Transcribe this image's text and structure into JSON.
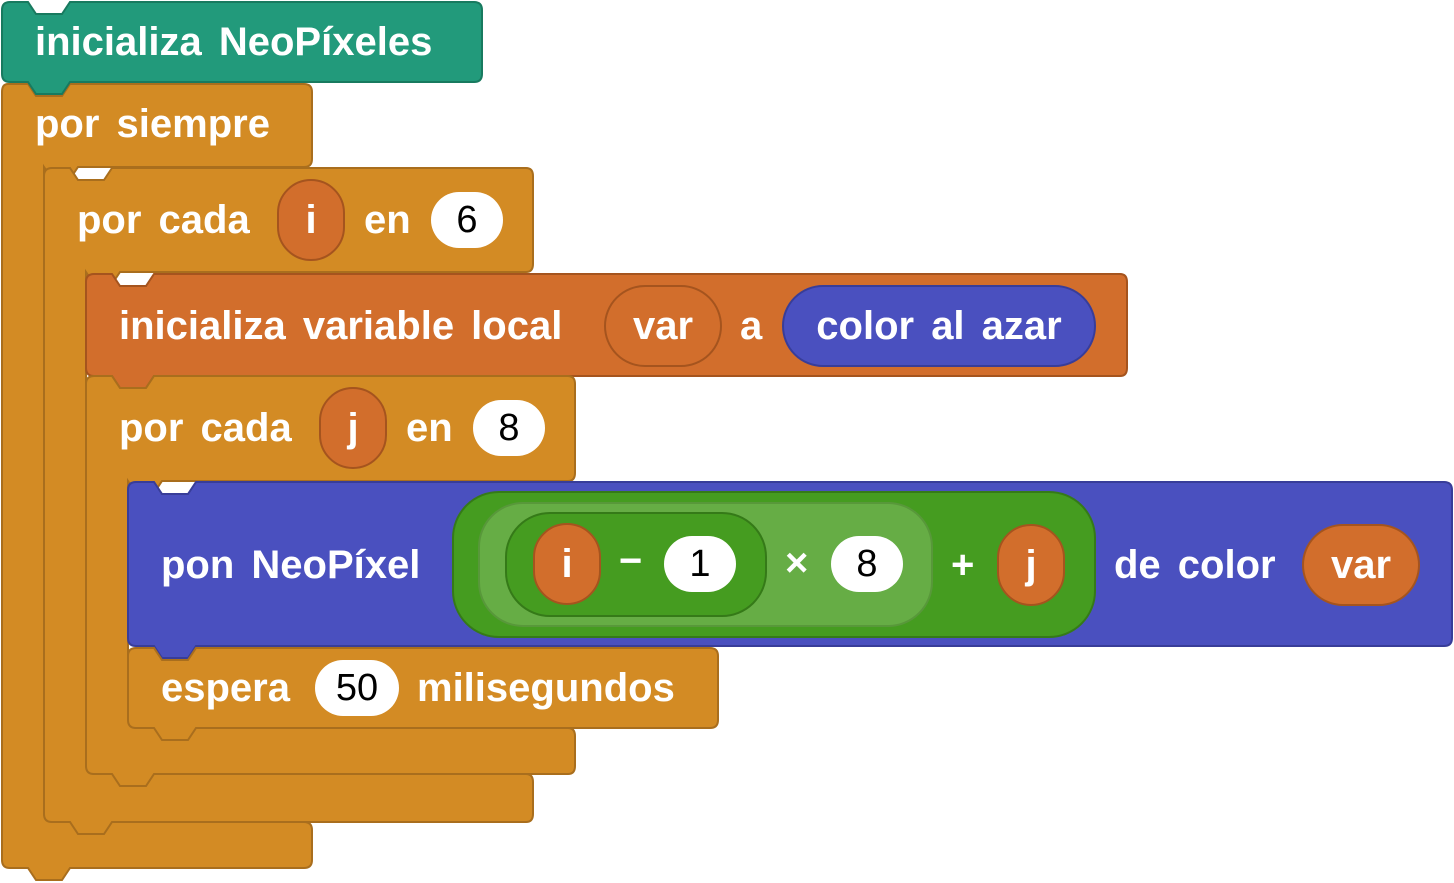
{
  "colors": {
    "event": "#229a7b",
    "control": "#d38b24",
    "variable": "#d26e2c",
    "neopixel": "#4a50bf",
    "math_outer": "#459c20",
    "math_mid": "#66ad45",
    "math_inner": "#459c20",
    "literal_bg": "#ffffff"
  },
  "blocks": {
    "init_neopixels": {
      "label": "inicializa NeoPíxeles"
    },
    "forever": {
      "label": "por siempre"
    },
    "for_each_i": {
      "label_before": "por cada",
      "var": "i",
      "label_in": "en",
      "count": "6"
    },
    "init_local_var": {
      "label": "inicializa variable local",
      "var": "var",
      "label_to": "a",
      "value": "color al azar"
    },
    "for_each_j": {
      "label_before": "por cada",
      "var": "j",
      "label_in": "en",
      "count": "8"
    },
    "set_neopixel": {
      "label": "pon NeoPíxel",
      "expr": {
        "a": "i",
        "minus": "−",
        "b": "1",
        "times": "×",
        "c": "8",
        "plus": "+",
        "d": "j"
      },
      "label_color": "de color",
      "color_var": "var"
    },
    "wait": {
      "label": "espera",
      "ms": "50",
      "unit": "milisegundos"
    }
  }
}
